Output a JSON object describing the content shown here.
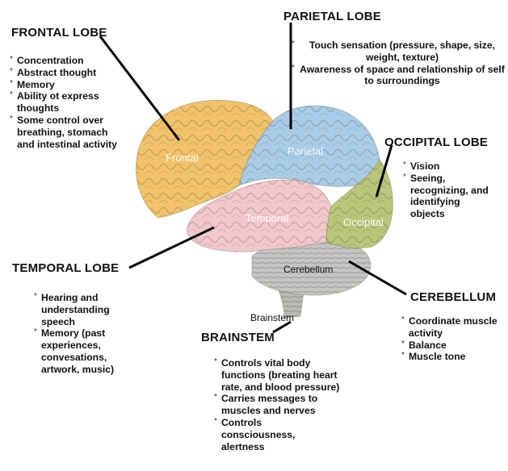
{
  "frontal": {
    "title": "FRONTAL LOBE",
    "diagram_label": "Frontal",
    "notes": [
      "Concentration",
      "Abstract thought",
      "Memory",
      "Ability ot express thoughts",
      "Some control over breathing, stomach and intestinal activity"
    ]
  },
  "parietal": {
    "title": "PARIETAL LOBE",
    "diagram_label": "Parietal",
    "notes": [
      "Touch sensation (pressure, shape, size, weight, texture)",
      "Awareness of space and relationship of self to surroundings"
    ]
  },
  "occipital": {
    "title": "OCCIPITAL LOBE",
    "diagram_label": "Occipital",
    "notes": [
      "Vision",
      "Seeing, recognizing, and identifying objects"
    ]
  },
  "temporal": {
    "title": "TEMPORAL LOBE",
    "diagram_label": "Temporal",
    "notes": [
      "Hearing and understanding speech",
      "Memory (past experiences, convesations, artwork, music)"
    ]
  },
  "cerebellum": {
    "title": "CEREBELLUM",
    "diagram_label": "Cerebellum",
    "notes": [
      "Coordinate muscle activity",
      "Balance",
      "Muscle tone"
    ]
  },
  "brainstem": {
    "title": "BRAINSTEM",
    "diagram_label": "Brainstem",
    "notes": [
      "Controls vital body functions (breating heart rate, and blood pressure)",
      "Carries messages to muscles and nerves",
      "Controls consciousness, alertness"
    ]
  },
  "colors": {
    "frontal": "#f2c36b",
    "parietal": "#a9cde8",
    "occipital": "#b9c77a",
    "temporal": "#f3c8cc",
    "cerebellum": "#c3c6c3",
    "brainstem": "#b8bab6"
  }
}
